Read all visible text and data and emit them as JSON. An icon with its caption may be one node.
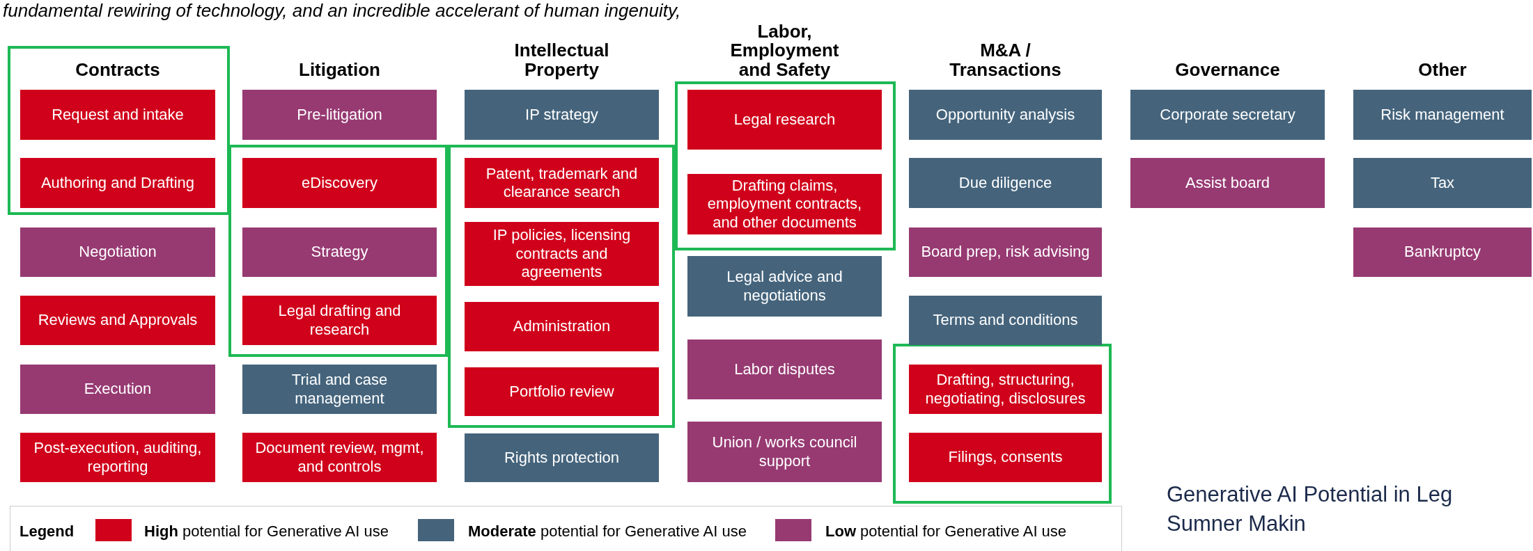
{
  "diagram": {
    "nodes": [
      {
        "text": [
          "Request and intake"
        ]
      },
      {
        "text": [
          "Authoring and Drafting"
        ]
      },
      {
        "text": [
          "Negotiation"
        ]
      },
      {
        "text": [
          "Reviews and Approvals"
        ]
      },
      {
        "text": [
          "Execution"
        ]
      },
      {
        "text": [
          "Post-execution, auditing, reporting"
        ]
      },
      {
        "text": [
          "Pre-litigation"
        ]
      },
      {
        "text": [
          "eDiscovery"
        ]
      },
      {
        "text": [
          "Strategy"
        ]
      },
      {
        "text": [
          "Legal drafting and research"
        ]
      },
      {
        "text": [
          "Trial and case management"
        ]
      },
      {
        "text": [
          "Document review, mgmt, and controls"
        ]
      },
      {
        "text": [
          "IP strategy"
        ]
      },
      {
        "text": [
          "Patent, trademark and clearance search"
        ]
      },
      {
        "text": [
          "IP policies, licensing contracts and agreements"
        ]
      },
      {
        "text": [
          "Administration"
        ]
      },
      {
        "text": [
          "Portfolio review"
        ]
      },
      {
        "text": [
          "Rights protection"
        ]
      },
      {
        "text": [
          "Legal research"
        ]
      },
      {
        "text": [
          "Drafting claims, employment contracts, and other documents"
        ]
      },
      {
        "text": [
          "Legal advice and negotiations"
        ]
      },
      {
        "text": [
          "Labor disputes"
        ]
      },
      {
        "text": [
          "Union / works council support"
        ]
      },
      {
        "text": [
          "Opportunity analysis"
        ]
      },
      {
        "text": [
          "Due diligence"
        ]
      },
      {
        "text": [
          "Board prep, risk advising"
        ]
      },
      {
        "text": [
          "Terms and conditions"
        ]
      },
      {
        "text": [
          "Drafting, structuring, negotiating, disclosures"
        ]
      },
      {
        "text": [
          "Filings, consents"
        ]
      },
      {
        "text": [
          "Corporate secretary"
        ]
      },
      {
        "text": [
          "Assist board"
        ]
      },
      {
        "text": [
          "Risk management"
        ]
      },
      {
        "text": [
          "Tax"
        ]
      },
      {
        "text": [
          "Bankruptcy"
        ]
      }
    ],
    "labels": [
      "fundamental rewiring of technology, and an incredible accelerant of human ingenuity,",
      "Contracts",
      "Litigation",
      "Intellectual Property",
      "Labor, Employment and Safety",
      "M&A / Transactions",
      "Governance",
      "Other",
      "Legend",
      "Generative AI Potential in Leg",
      "Sumner Makin"
    ],
    "legend": [
      {
        "text": "**High** potential for Generative AI use",
        "color": "#d0021b"
      },
      {
        "text": "**Moderate** potential for Generative AI use",
        "color": "#45647c"
      },
      {
        "text": "**Low** potential for Generative AI use",
        "color": "#973a72"
      }
    ]
  }
}
